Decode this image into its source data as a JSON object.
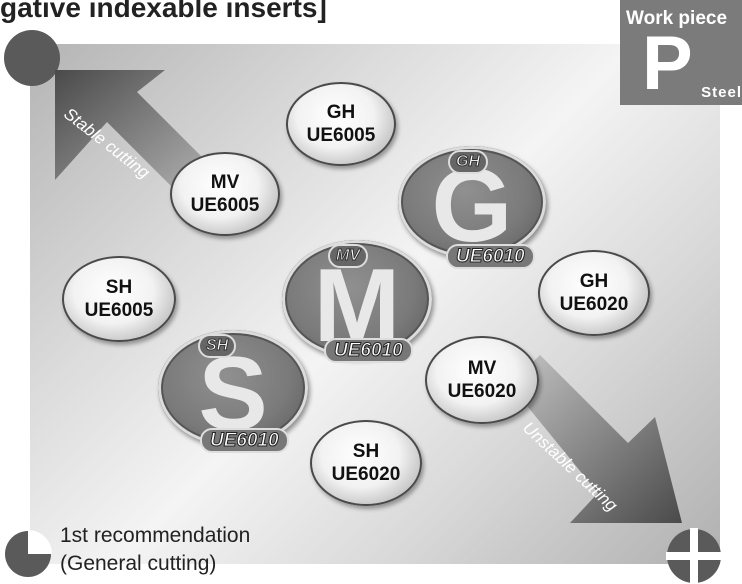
{
  "title": "gative indexable inserts]",
  "work_piece": {
    "title": "Work piece",
    "letter": "P",
    "material": "Steel"
  },
  "arrows": {
    "stable": "Stable cutting",
    "unstable": "Unstable cutting"
  },
  "chips": {
    "gh_ue6005": {
      "line1": "GH",
      "line2": "UE6005"
    },
    "mv_ue6005": {
      "line1": "MV",
      "line2": "UE6005"
    },
    "sh_ue6005": {
      "line1": "SH",
      "line2": "UE6005"
    },
    "gh_ue6020": {
      "line1": "GH",
      "line2": "UE6020"
    },
    "mv_ue6020": {
      "line1": "MV",
      "line2": "UE6020"
    },
    "sh_ue6020": {
      "line1": "SH",
      "line2": "UE6020"
    }
  },
  "recommended": {
    "g": {
      "breaker": "GH",
      "letter": "G",
      "grade": "UE6010"
    },
    "m": {
      "breaker": "MV",
      "letter": "M",
      "grade": "UE6010"
    },
    "s": {
      "breaker": "SH",
      "letter": "S",
      "grade": "UE6010"
    }
  },
  "legend": {
    "line1": "1st recommendation",
    "line2": "(General cutting)"
  },
  "colors": {
    "dark_gray": "#5a5a5a",
    "medium_gray": "#7b7b7b",
    "light_gray": "#f4f4f4"
  }
}
